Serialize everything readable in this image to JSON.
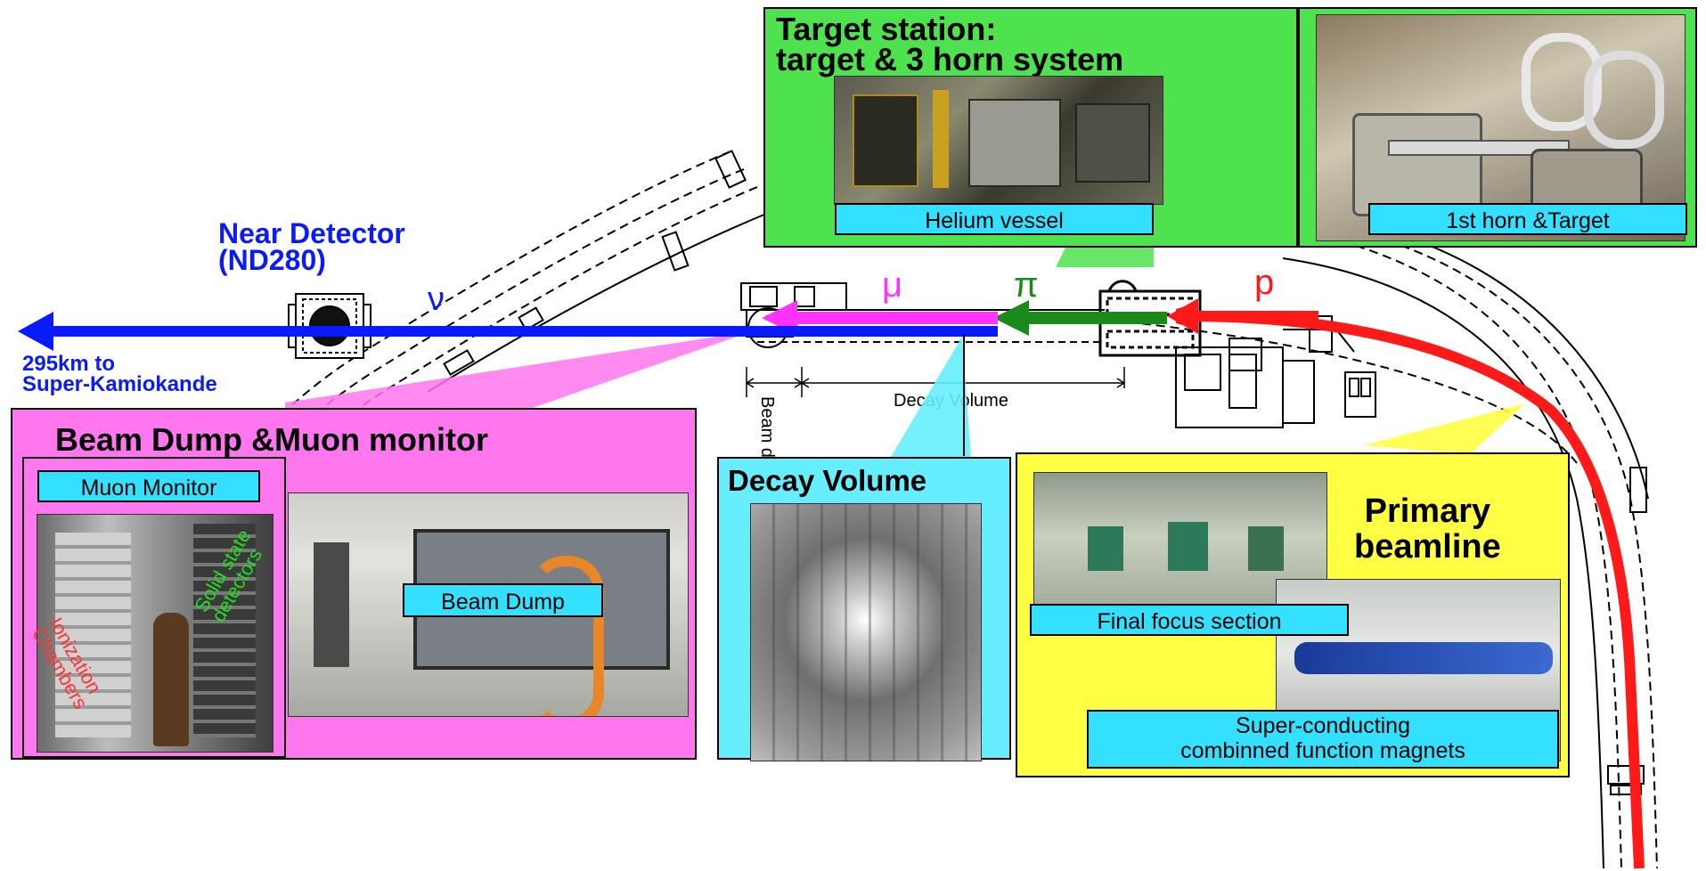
{
  "near_detector": {
    "line1": "Near Detector",
    "line2": "(ND280)"
  },
  "destination": {
    "line1": "295km to",
    "line2": "Super-Kamiokande"
  },
  "particles": {
    "neutrino": "ν",
    "muon": "μ",
    "pion": "π",
    "proton": "p"
  },
  "beamline_labels": {
    "decay_volume_axis": "Decay Volume",
    "beam_dump_axis": "Beam dump"
  },
  "target_station": {
    "title_line1": "Target station:",
    "title_line2": "target & 3 horn system",
    "helium_vessel": "Helium vessel",
    "first_horn": "1st horn &Target"
  },
  "beam_dump_panel": {
    "title": "Beam Dump &Muon monitor",
    "muon_monitor": "Muon Monitor",
    "beam_dump": "Beam Dump",
    "ionization_chambers": "Ionization Chambers",
    "solid_state": "Solid state detectors"
  },
  "decay_volume_panel": {
    "title": "Decay Volume"
  },
  "primary_panel": {
    "title_line1": "Primary",
    "title_line2": "beamline",
    "final_focus": "Final focus section",
    "sc_line1": "Super-conducting",
    "sc_line2": "combinned function magnets"
  },
  "colors": {
    "neutrino": "#0a1aff",
    "muon": "#ff33ff",
    "pion": "#1a8a1a",
    "proton": "#ff1a1a",
    "target_panel": "#4ee24e",
    "dump_panel": "#ff77ee",
    "decay_panel": "#66eeff",
    "primary_panel": "#ffff44",
    "tag": "#33e0ff"
  }
}
